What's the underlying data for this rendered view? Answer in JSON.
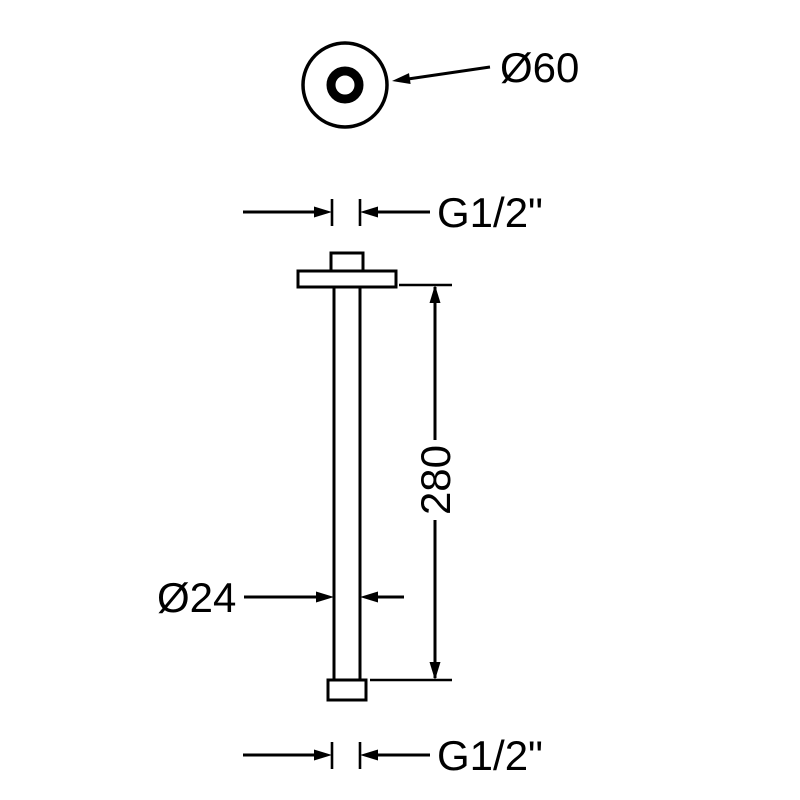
{
  "diagram": {
    "background_color": "#ffffff",
    "line_color": "#000000",
    "labels": {
      "flange_diameter": "Ø60",
      "top_thread": "G1/2\"",
      "arm_length": "280",
      "arm_diameter": "Ø24",
      "bottom_thread": "G1/2\""
    }
  }
}
